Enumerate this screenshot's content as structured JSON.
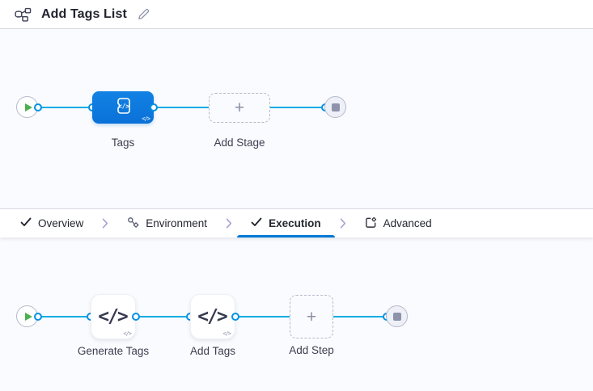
{
  "header": {
    "title": "Add Tags List",
    "pipeline_icon": "flowchart-icon",
    "edit_icon": "pencil-icon"
  },
  "colors": {
    "accent_blue": "#0278d5",
    "flow_line": "#00ade4",
    "connector_dot": "#0092e4",
    "stage_blue": "#0b79dd",
    "play_green": "#4caf50",
    "canvas_bg": "#fafbfe"
  },
  "glyphs": {
    "code": "</>",
    "plus": "+"
  },
  "stage_canvas": {
    "stage_label": "Tags",
    "add_stage_label": "Add Stage",
    "stage_icon": "custom-stage-icon",
    "start_icon": "play-icon",
    "end_icon": "stop-icon"
  },
  "tabs": {
    "items": [
      {
        "label": "Overview",
        "icon": "check-icon",
        "active": false
      },
      {
        "label": "Environment",
        "icon": "environment-icon",
        "active": false
      },
      {
        "label": "Execution",
        "icon": "check-icon",
        "active": true
      },
      {
        "label": "Advanced",
        "icon": "advanced-settings-icon",
        "active": false
      }
    ]
  },
  "execution_canvas": {
    "steps": [
      {
        "label": "Generate Tags",
        "icon": "code-icon"
      },
      {
        "label": "Add Tags",
        "icon": "code-icon"
      }
    ],
    "add_step_label": "Add Step",
    "start_icon": "play-icon",
    "end_icon": "stop-icon"
  }
}
